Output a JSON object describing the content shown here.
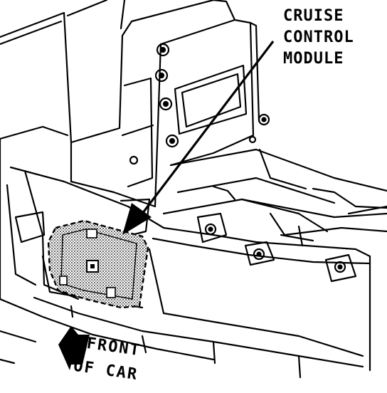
{
  "labels": {
    "module_line1": "CRUISE",
    "module_line2": "CONTROL",
    "module_line3": "MODULE",
    "front_line1": "FRONT",
    "front_line2": "OF CAR"
  },
  "colors": {
    "ink": "#000000",
    "paper": "#ffffff",
    "module_fill": "#bdbdbd"
  }
}
